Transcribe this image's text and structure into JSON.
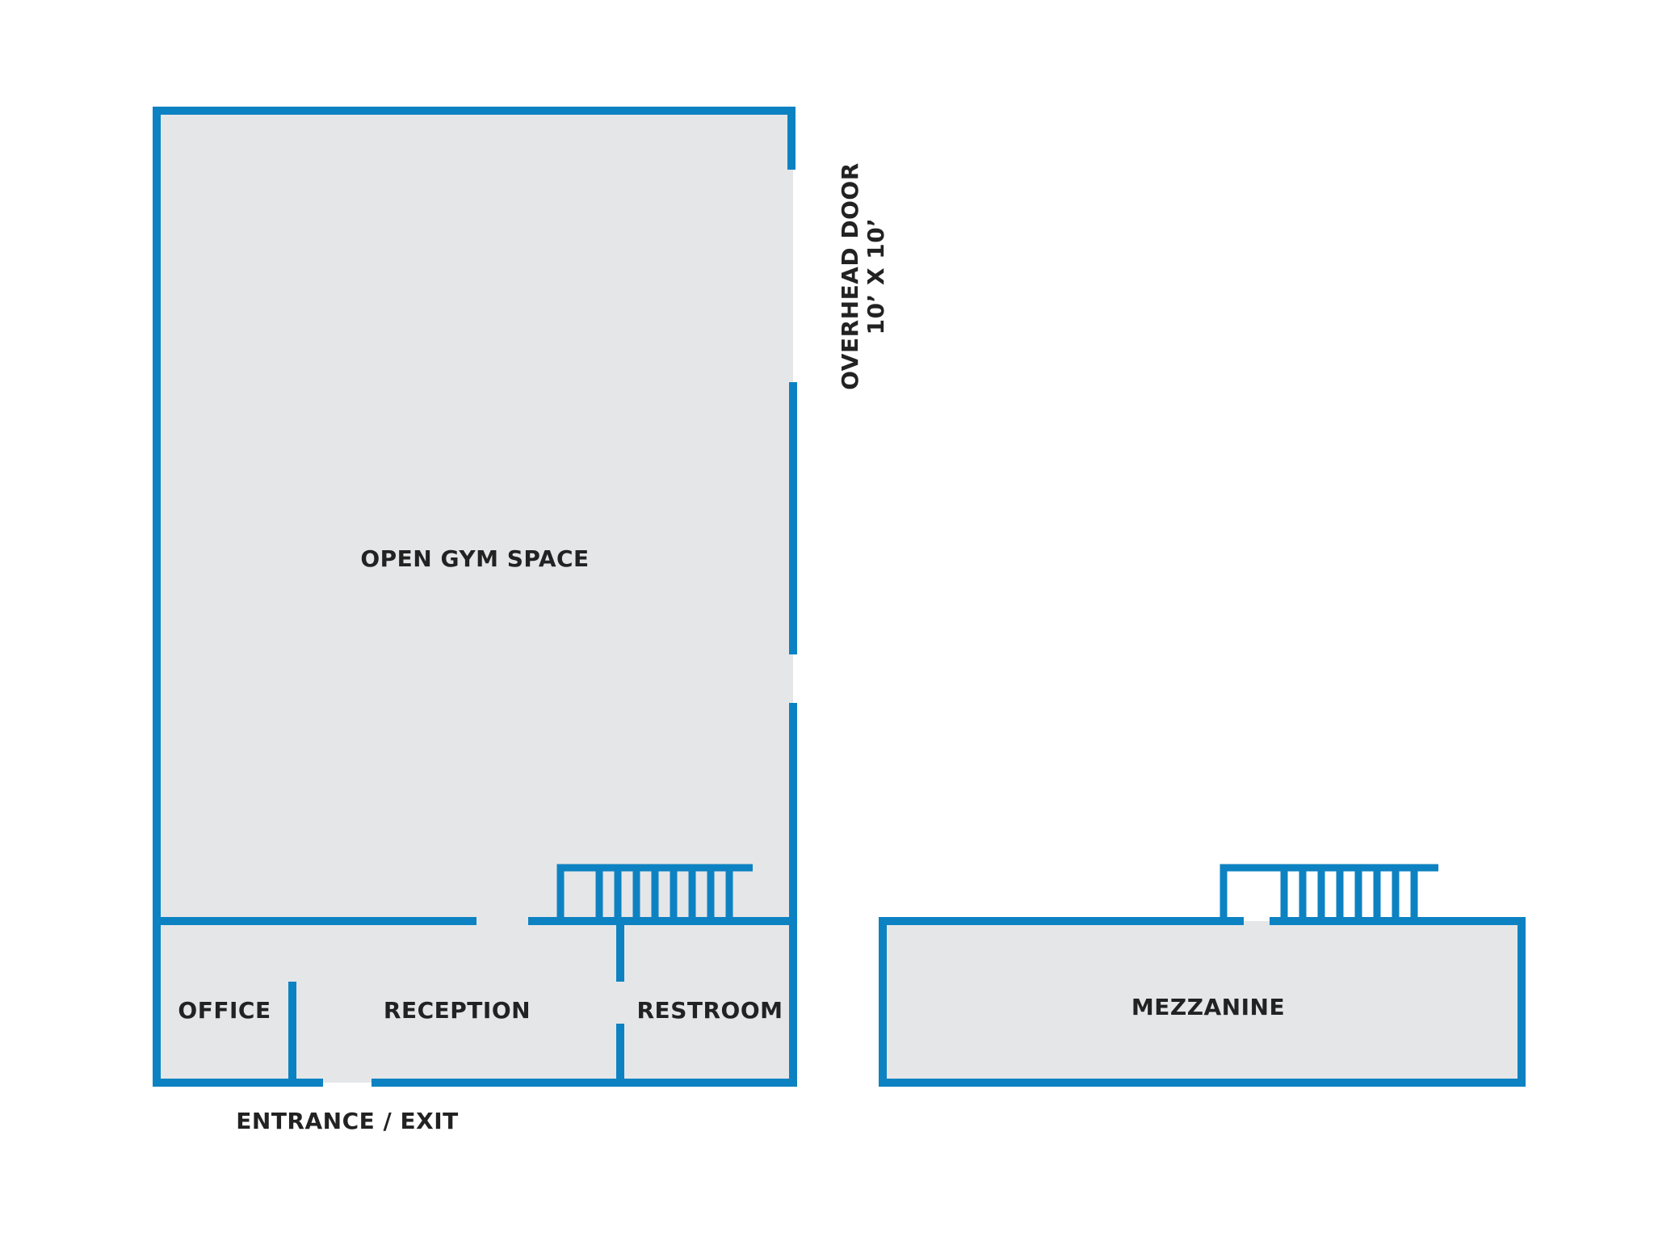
{
  "colors": {
    "wall": "#0d82c2",
    "floor": "#e5e6e8",
    "text": "#222222",
    "background": "#ffffff"
  },
  "labels": {
    "open_gym_space": "OPEN GYM SPACE",
    "office": "OFFICE",
    "reception": "RECEPTION",
    "restroom": "RESTROOM",
    "entrance_exit": "ENTRANCE / EXIT",
    "overhead_door_line1": "OVERHEAD DOOR",
    "overhead_door_line2": "10’ X 10’",
    "mezzanine": "MEZZANINE"
  }
}
